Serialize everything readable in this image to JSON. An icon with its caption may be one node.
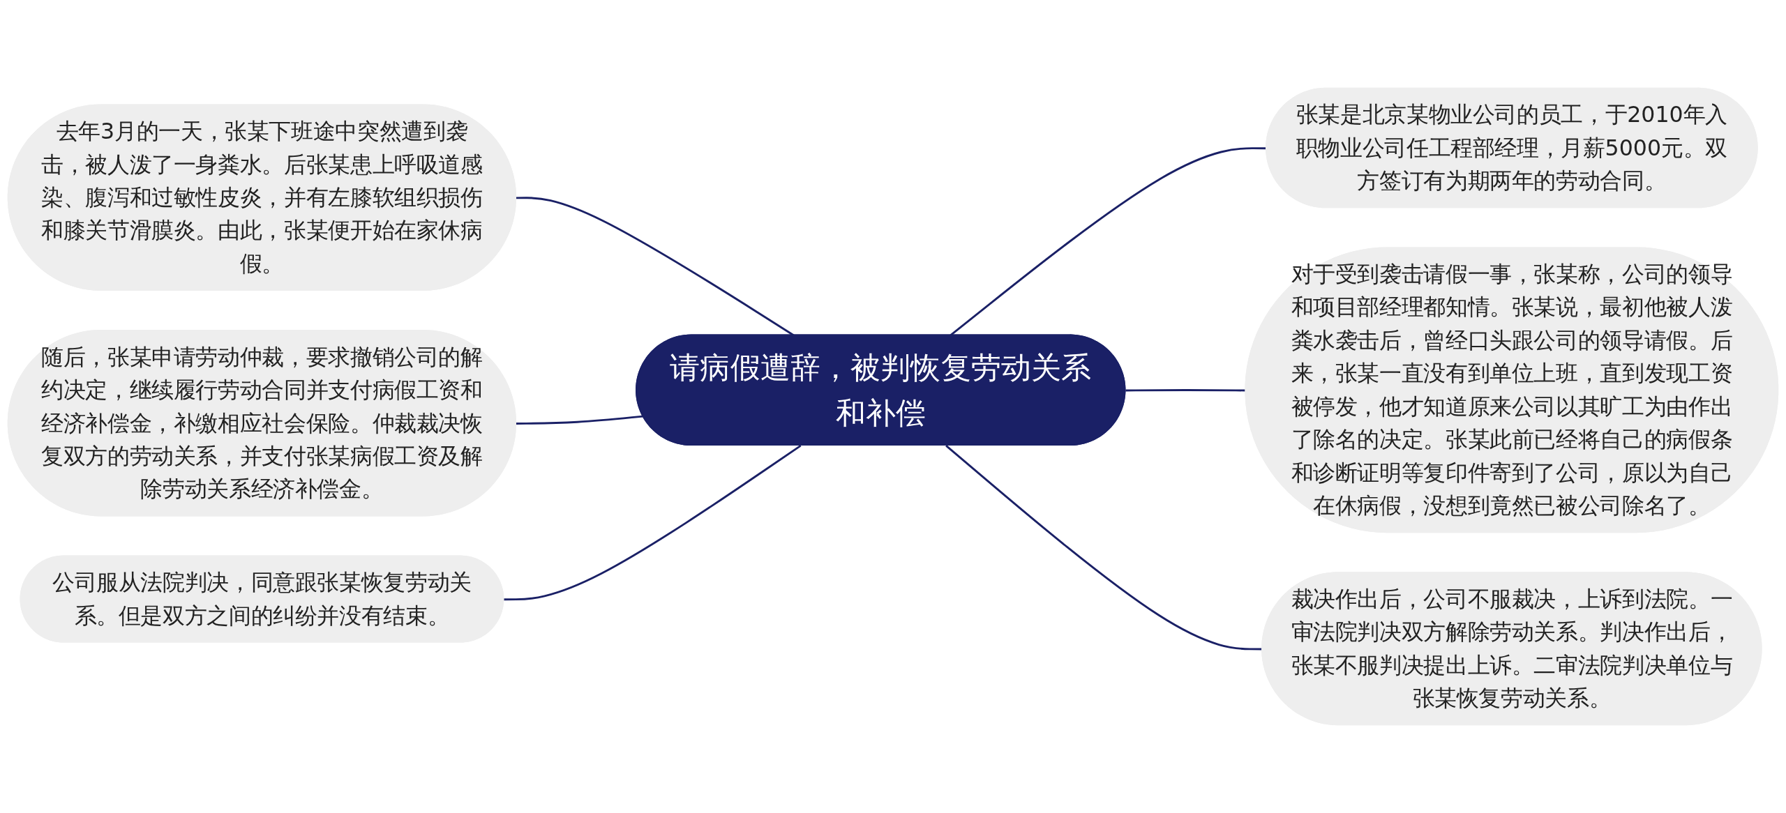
{
  "diagram": {
    "nodes": [
      {
        "text": [
          "请病假遭辞，被判恢复劳动关系和补偿"
        ]
      },
      {
        "text": [
          "去年3月的一天，张某下班途中突然遭到袭击，被人泼了一身粪水。后张某患上呼吸道感染、腹泻和过敏性皮炎，并有左膝软组织损伤和膝关节滑膜炎。由此，张某便开始在家休病假。"
        ]
      },
      {
        "text": [
          "随后，张某申请劳动仲裁，要求撤销公司的解约决定，继续履行劳动合同并支付病假工资和经济补偿金，补缴相应社会保险。仲裁裁决恢复双方的劳动关系，并支付张某病假工资及解除劳动关系经济补偿金。"
        ]
      },
      {
        "text": [
          "公司服从法院判决，同意跟张某恢复劳动关系。但是双方之间的纠纷并没有结束。"
        ]
      },
      {
        "text": [
          "张某是北京某物业公司的员工，于2010年入职物业公司任工程部经理，月薪5000元。双方签订有为期两年的劳动合同。"
        ]
      },
      {
        "text": [
          "对于受到袭击请假一事，张某称，公司的领导和项目部经理都知情。张某说，最初他被人泼粪水袭击后，曾经口头跟公司的领导请假。后来，张某一直没有到单位上班，直到发现工资被停发，他才知道原来公司以其旷工为由作出了除名的决定。张某此前已经将自己的病假条和诊断证明等复印件寄到了公司，原以为自己在休病假，没想到竟然已被公司除名了。"
        ]
      },
      {
        "text": [
          "裁决作出后，公司不服裁决，上诉到法院。一审法院判决双方解除劳动关系。判决作出后，张某不服判决提出上诉。二审法院判决单位与张某恢复劳动关系。"
        ]
      }
    ],
    "edges": [
      {
        "from": 0,
        "to": 1,
        "arrow": "none"
      },
      {
        "from": 0,
        "to": 2,
        "arrow": "none"
      },
      {
        "from": 0,
        "to": 3,
        "arrow": "none"
      },
      {
        "from": 0,
        "to": 4,
        "arrow": "none"
      },
      {
        "from": 0,
        "to": 5,
        "arrow": "none"
      },
      {
        "from": 0,
        "to": 6,
        "arrow": "none"
      }
    ]
  }
}
